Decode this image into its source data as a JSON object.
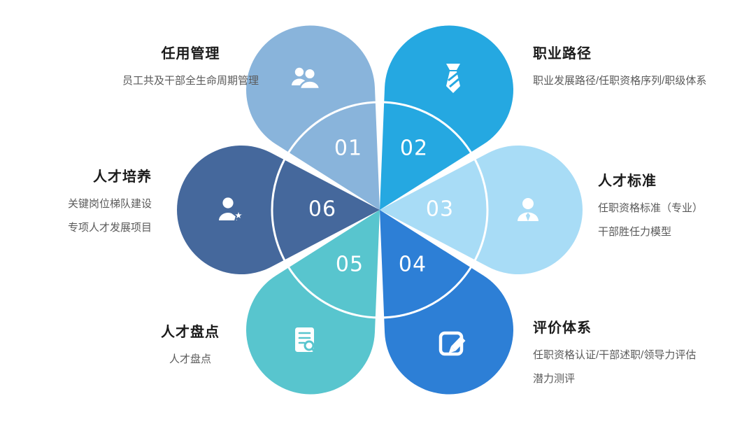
{
  "petals": [
    {
      "number": "01",
      "title": "任用管理",
      "desc": [
        "员工共及干部全生命周期管理"
      ],
      "icon": "users-icon",
      "color": "#89B4DB"
    },
    {
      "number": "02",
      "title": "职业路径",
      "desc": [
        "职业发展路径/任职资格序列/职级体系"
      ],
      "icon": "necktie-icon",
      "color": "#25A8E1"
    },
    {
      "number": "03",
      "title": "人才标准",
      "desc": [
        "任职资格标准（专业）",
        "干部胜任力模型"
      ],
      "icon": "user-icon",
      "color": "#A8DCF6"
    },
    {
      "number": "04",
      "title": "评价体系",
      "desc": [
        "任职资格认证/干部述职/领导力评估",
        "潜力测评"
      ],
      "icon": "edit-icon",
      "color": "#2D7FD6"
    },
    {
      "number": "05",
      "title": "人才盘点",
      "desc": [
        "人才盘点"
      ],
      "icon": "document-search-icon",
      "color": "#58C5CE"
    },
    {
      "number": "06",
      "title": "人才培养",
      "desc": [
        "关键岗位梯队建设",
        "专项人才发展项目"
      ],
      "icon": "user-star-icon",
      "color": "#45689C"
    }
  ],
  "ring_color": "#ffffff"
}
